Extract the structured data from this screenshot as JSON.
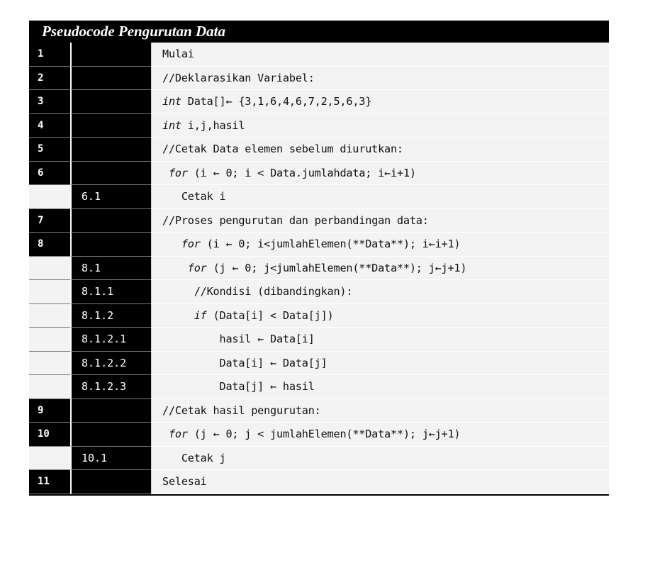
{
  "title": "Pseudocode Pengurutan Data",
  "rows": [
    {
      "num": "1",
      "sub": "",
      "pre": "",
      "kw": "",
      "rest": "Mulai"
    },
    {
      "num": "2",
      "sub": "",
      "pre": "",
      "kw": "",
      "rest": "//Deklarasikan Variabel:"
    },
    {
      "num": "3",
      "sub": "",
      "pre": "",
      "kw": "int",
      "rest": " Data[]← {3,1,6,4,6,7,2,5,6,3}"
    },
    {
      "num": "4",
      "sub": "",
      "pre": "",
      "kw": "int",
      "rest": " i,j,hasil"
    },
    {
      "num": "5",
      "sub": "",
      "pre": "",
      "kw": "",
      "rest": "//Cetak Data elemen sebelum diurutkan:"
    },
    {
      "num": "6",
      "sub": "",
      "pre": " ",
      "kw": "for",
      "rest": " (i ← 0; i < Data.jumlahdata; i←i+1)"
    },
    {
      "num": "",
      "sub": "6.1",
      "pre": "   ",
      "kw": "",
      "rest": "Cetak i"
    },
    {
      "num": "7",
      "sub": "",
      "pre": "",
      "kw": "",
      "rest": "//Proses pengurutan dan perbandingan data:"
    },
    {
      "num": "8",
      "sub": "",
      "pre": "   ",
      "kw": "for",
      "rest": " (i ← 0; i<jumlahElemen(**Data**); i←i+1)"
    },
    {
      "num": "",
      "sub": "8.1",
      "pre": "    ",
      "kw": "for",
      "rest": " (j ← 0; j<jumlahElemen(**Data**); j←j+1)"
    },
    {
      "num": "",
      "sub": "8.1.1",
      "pre": "     ",
      "kw": "",
      "rest": "//Kondisi (dibandingkan):"
    },
    {
      "num": "",
      "sub": "8.1.2",
      "pre": "     ",
      "kw": "if",
      "rest": " (Data[i] < Data[j])"
    },
    {
      "num": "",
      "sub": "8.1.2.1",
      "pre": "         ",
      "kw": "",
      "rest": "hasil ← Data[i]"
    },
    {
      "num": "",
      "sub": "8.1.2.2",
      "pre": "         ",
      "kw": "",
      "rest": "Data[i] ← Data[j]"
    },
    {
      "num": "",
      "sub": "8.1.2.3",
      "pre": "         ",
      "kw": "",
      "rest": "Data[j] ← hasil"
    },
    {
      "num": "9",
      "sub": "",
      "pre": "",
      "kw": "",
      "rest": "//Cetak hasil pengurutan:"
    },
    {
      "num": "10",
      "sub": "",
      "pre": " ",
      "kw": "for",
      "rest": " (j ← 0; j < jumlahElemen(**Data**); j←j+1)"
    },
    {
      "num": "",
      "sub": "10.1",
      "pre": "   ",
      "kw": "",
      "rest": "Cetak j"
    },
    {
      "num": "11",
      "sub": "",
      "pre": "",
      "kw": "",
      "rest": "Selesai"
    }
  ]
}
